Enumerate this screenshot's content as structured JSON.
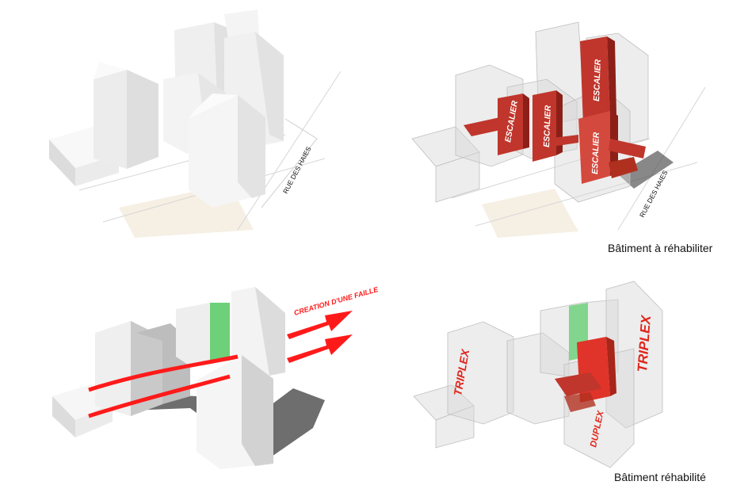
{
  "panels": {
    "existing_massing": {
      "street_label": "RUE DES HAIES"
    },
    "circulation": {
      "street_label": "RUE DES HAIES",
      "stair_labels": [
        "ESCALIER",
        "ESCALIER",
        "ESCALIER",
        "ESCALIER"
      ],
      "caption": "Bâtiment à réhabiliter"
    },
    "rift": {
      "annotation": "CREATION D'UNE FAILLE"
    },
    "rehabilitated": {
      "unit_labels": [
        "TRIPLEX",
        "TRIPLEX",
        "DUPLEX"
      ],
      "caption": "Bâtiment réhabilité"
    }
  },
  "colors": {
    "stair_red": "#c0362c",
    "arrow_red": "#ff1a1a",
    "rift_green": "#6fd07a",
    "plaza_beige": "#f6efe4",
    "shadow_gray": "#6e6e6e",
    "massing_white": "#f2f2f2"
  }
}
